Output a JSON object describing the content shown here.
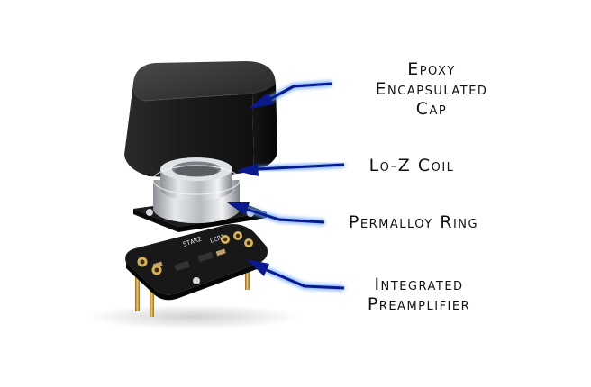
{
  "labels": {
    "cap": {
      "line1": "Epoxy",
      "line2": "Encapsulated",
      "line3": "Cap"
    },
    "coil": {
      "line1": "Lo-Z Coil"
    },
    "ring": {
      "line1": "Permalloy Ring"
    },
    "preamp": {
      "line1": "Integrated",
      "line2": "Preamplifier"
    }
  },
  "pcb_markings": {
    "mark1": "STAR2",
    "mark2": "LCR1"
  },
  "colors": {
    "arrow": "#0a1a8c",
    "arrow_glow": "#6fa8ff",
    "cap": "#1e1e1e",
    "pcb": "#161616",
    "coil_metal": "#c9ccd0",
    "pins": "#c9a24a",
    "background": "#ffffff"
  }
}
